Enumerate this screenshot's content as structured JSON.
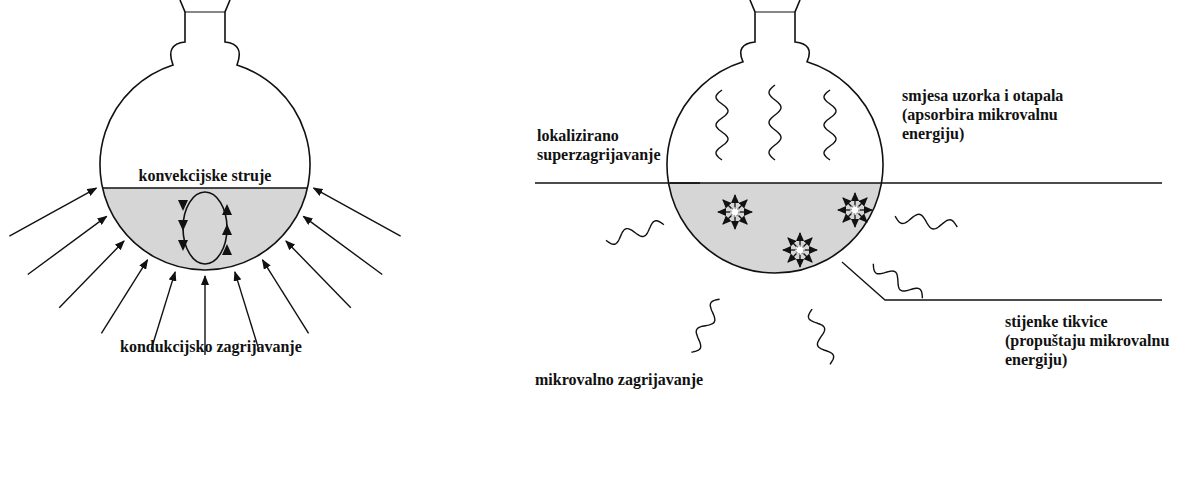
{
  "diagram": {
    "labels": [
      "konvekcijske struje",
      "kondukcijsko zagrijavanje",
      "lokalizirano superzagrijavanje",
      "smjesa uzorka i otapala (apsorbira mikrovalnu energiju)",
      "mikrovalno zagrijavanje",
      "stijenke tikvice (propuštaju mikrovalnu energiju)"
    ]
  }
}
